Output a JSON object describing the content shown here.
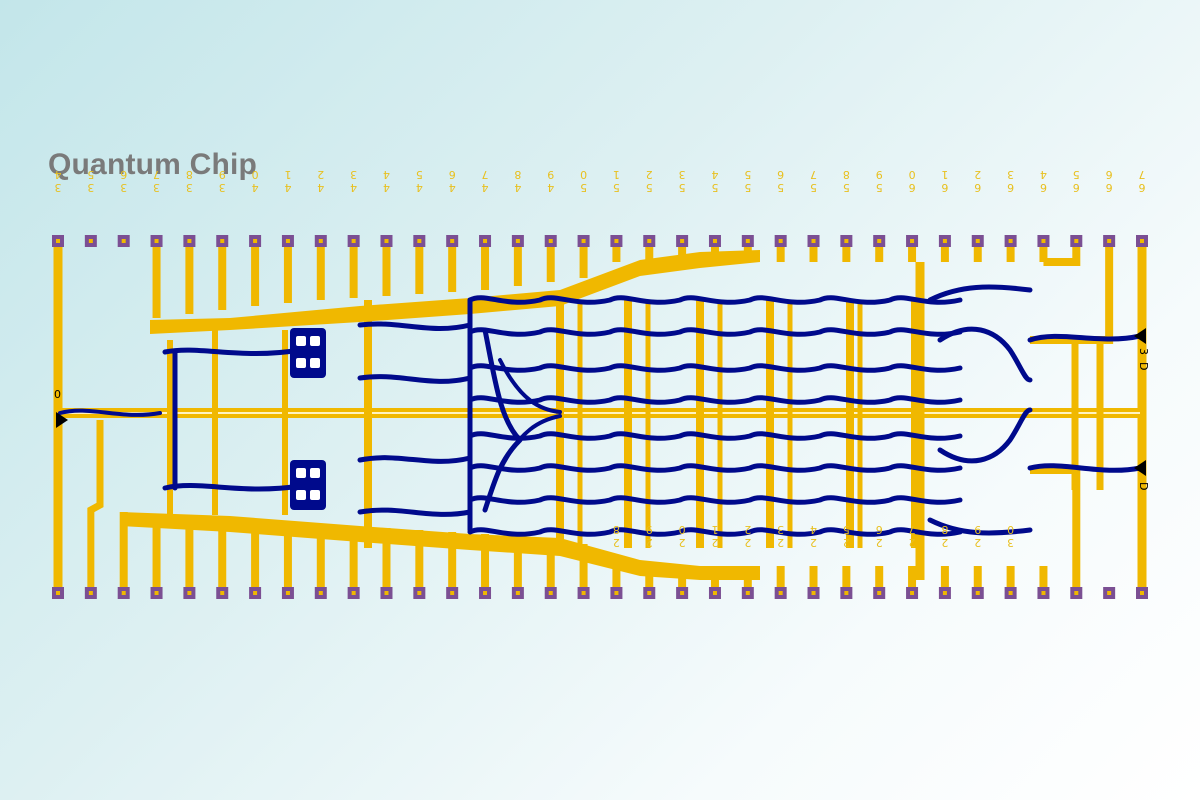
{
  "title": "Quantum Chip",
  "colors": {
    "background_start": "#c3e6ea",
    "gold_trace": "#f0b800",
    "blue_trace": "#000a8c",
    "pad": "#7b4f93",
    "pin_label": "#e8c020",
    "port_marker": "#000000"
  },
  "icons": {
    "port_marker": "triangle-port-icon",
    "pad": "bond-pad-icon"
  },
  "top_pin_labels": [
    "34",
    "35",
    "36",
    "37",
    "38",
    "39",
    "40",
    "41",
    "42",
    "43",
    "44",
    "45",
    "46",
    "47",
    "48",
    "49",
    "50",
    "51",
    "52",
    "53",
    "54",
    "55",
    "56",
    "57",
    "58",
    "59",
    "60",
    "61",
    "62",
    "63",
    "64",
    "65",
    "66",
    "67"
  ],
  "bottom_pin_labels": [
    "",
    "",
    "",
    "",
    "",
    "",
    "",
    "",
    "",
    "",
    "",
    "",
    "",
    "",
    "",
    "",
    "",
    "28",
    "29",
    "20",
    "21",
    "22",
    "23",
    "24",
    "25",
    "26",
    "27",
    "28",
    "29",
    "30",
    "",
    "",
    "",
    ""
  ],
  "port_labels": [
    {
      "id": "left-port",
      "text": "0"
    },
    {
      "id": "right-port-top",
      "text": "3"
    },
    {
      "id": "right-port-top-sub",
      "text": "D"
    },
    {
      "id": "right-port-bottom",
      "text": "D"
    }
  ]
}
